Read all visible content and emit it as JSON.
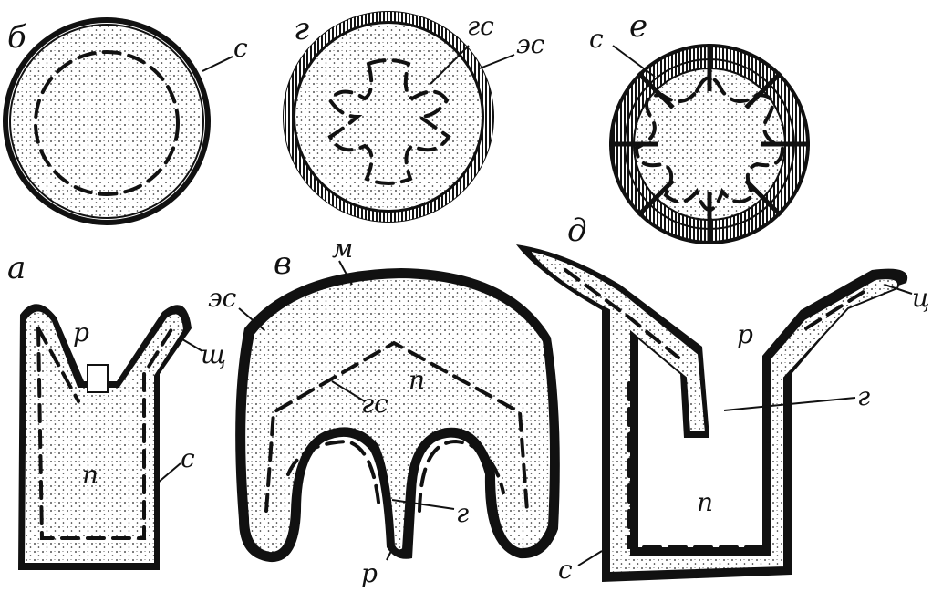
{
  "panels": {
    "a": {
      "letter": "а",
      "labels": {
        "r": "р",
        "shch": "щ",
        "p": "п",
        "s": "с"
      }
    },
    "b": {
      "letter": "б",
      "labels": {
        "s": "с"
      }
    },
    "v": {
      "letter": "в",
      "labels": {
        "m": "м",
        "es": "эс",
        "p": "п",
        "gs": "гс",
        "g": "г",
        "r": "р"
      }
    },
    "g": {
      "letter": "г",
      "labels": {
        "gs": "гс",
        "es": "эс"
      }
    },
    "d": {
      "letter": "д",
      "labels": {
        "r": "р",
        "ts": "ц",
        "g": "г",
        "p": "п",
        "s": "с"
      }
    },
    "e": {
      "letter": "е",
      "labels": {
        "s": "с"
      }
    }
  },
  "colors": {
    "ink": "#111111",
    "paper": "#ffffff"
  }
}
